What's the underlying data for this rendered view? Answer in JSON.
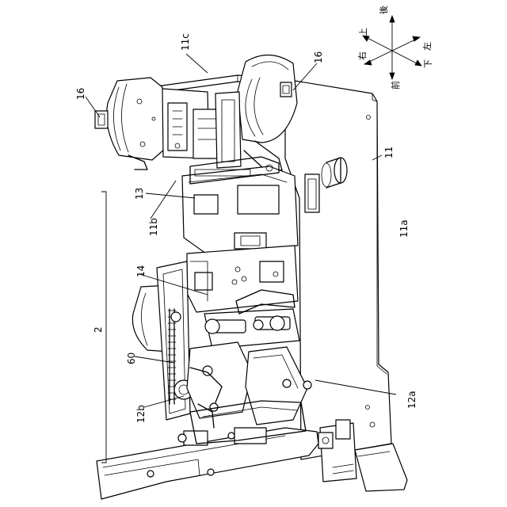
{
  "labels": {
    "l16a": "16",
    "l16b": "16",
    "l11c": "11c",
    "l11": "11",
    "l11a": "11a",
    "l11b": "11b",
    "l13": "13",
    "l14": "14",
    "l2": "2",
    "l60": "60",
    "l12a": "12a",
    "l12b": "12b"
  },
  "compass": {
    "back": "後",
    "up": "上",
    "right": "右",
    "left": "左",
    "front": "前",
    "down": "下"
  }
}
